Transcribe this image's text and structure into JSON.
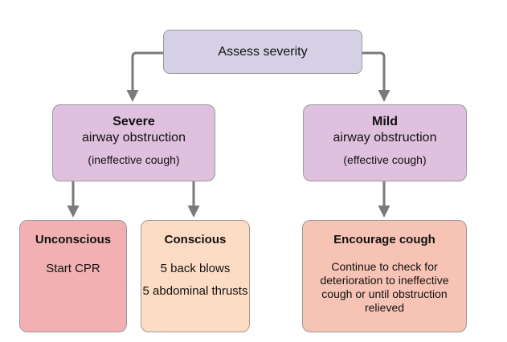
{
  "root": {
    "label": "Assess severity"
  },
  "severe": {
    "title": "Severe",
    "line2": "airway obstruction",
    "note": "(ineffective cough)"
  },
  "mild": {
    "title": "Mild",
    "line2": "airway obstruction",
    "note": "(effective cough)"
  },
  "unconscious": {
    "title": "Unconscious",
    "action": "Start CPR"
  },
  "conscious": {
    "title": "Conscious",
    "action1": "5 back blows",
    "action2": "5 abdominal thrusts"
  },
  "encourage": {
    "title": "Encourage cough",
    "action": "Continue to check for deterioration to ineffective cough or until obstruction relieved"
  },
  "colors": {
    "root": "#d6d0e6",
    "middle": "#e0c0df",
    "unconscious": "#f2b0b3",
    "conscious": "#fddcc4",
    "encourage": "#f7c3b5",
    "connector": "#7a7a7a"
  }
}
